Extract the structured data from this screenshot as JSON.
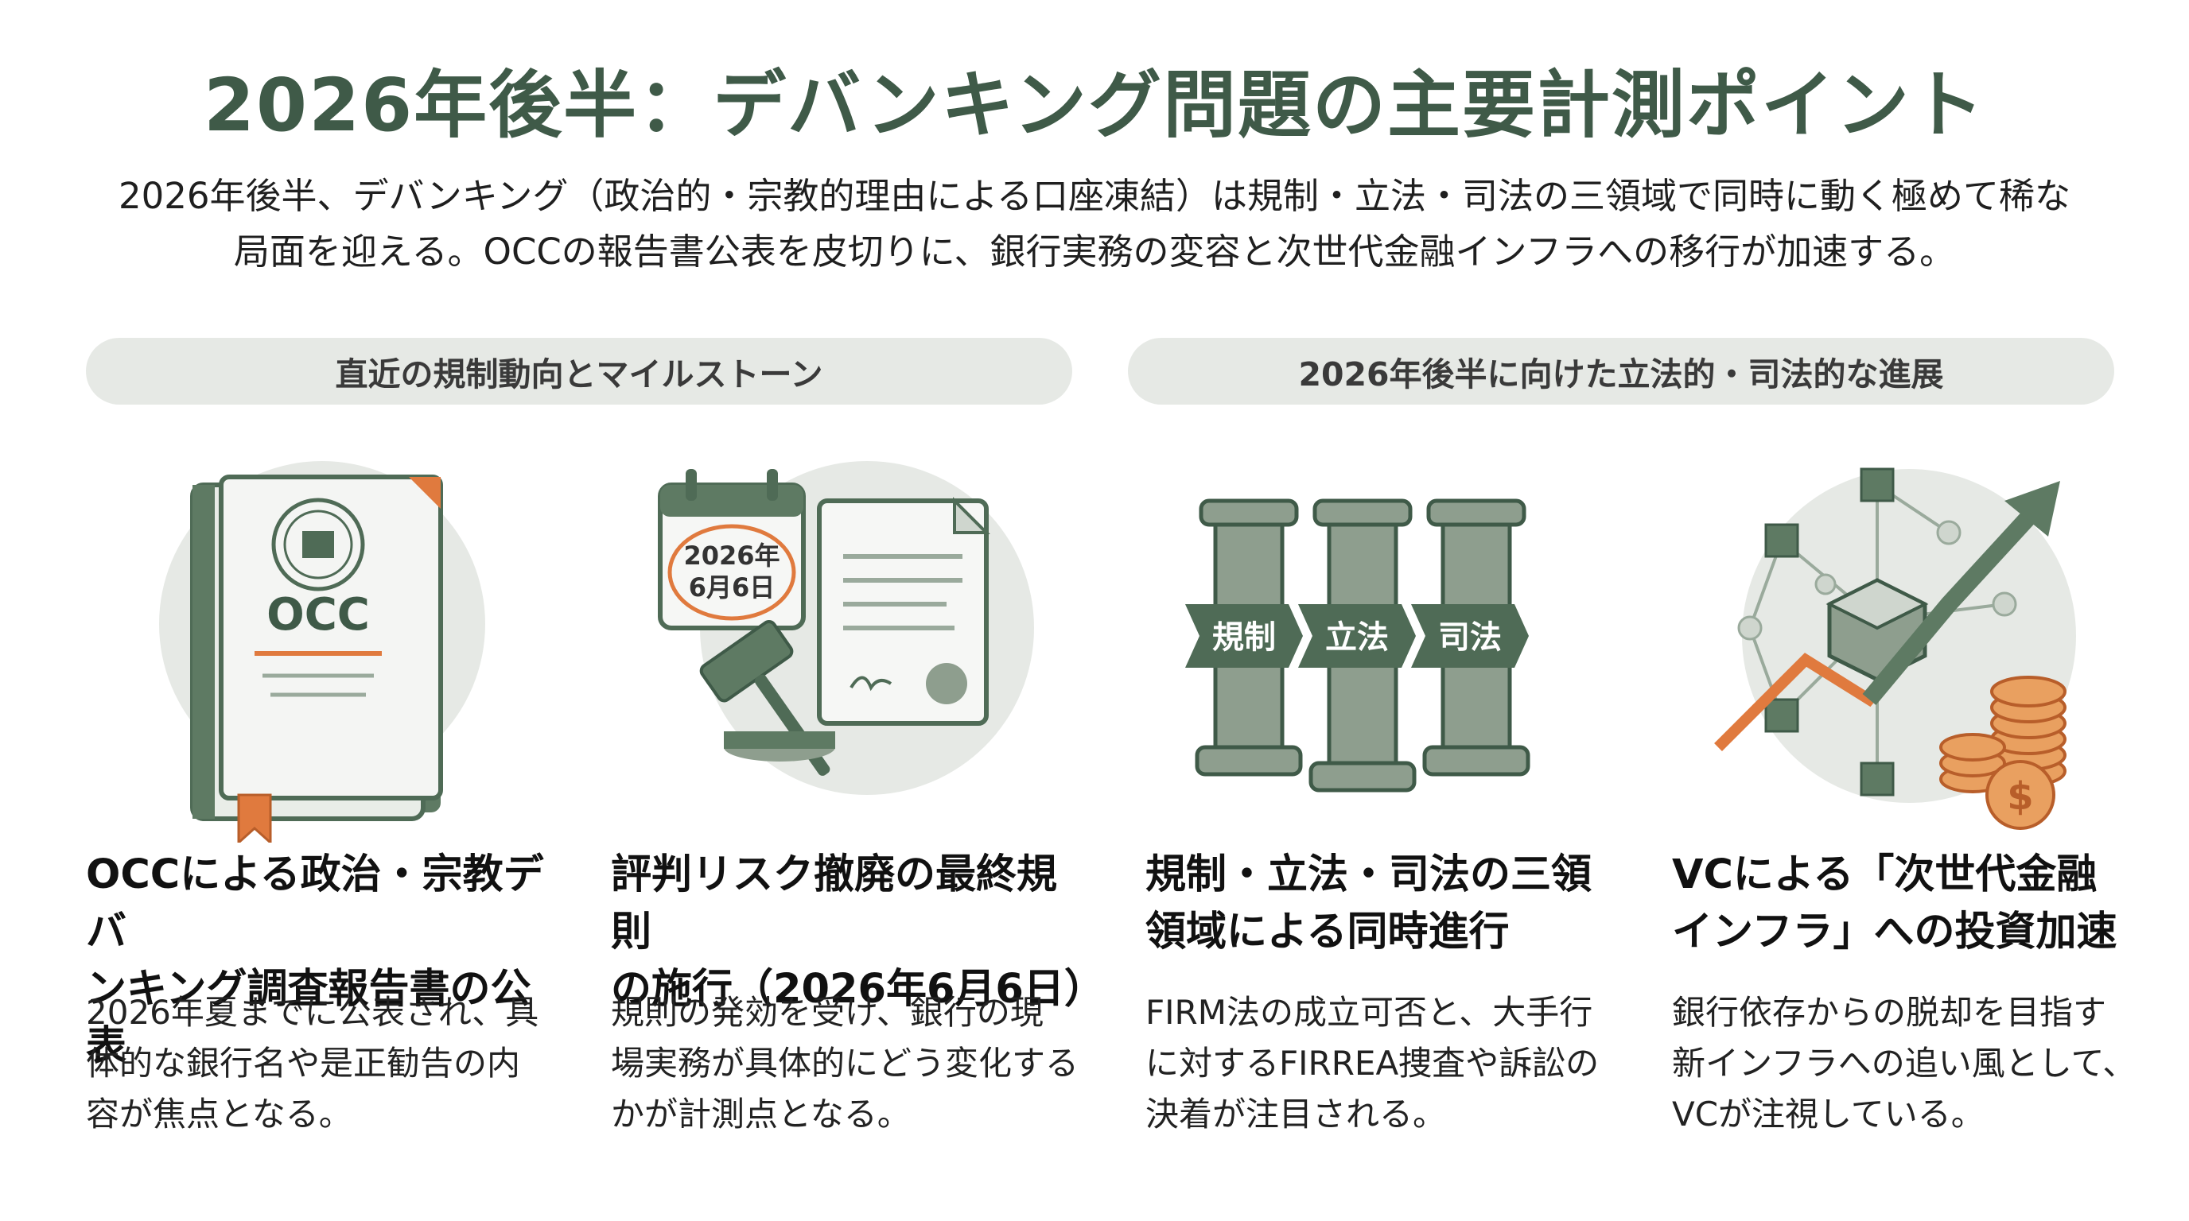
{
  "title": "2026年後半：デバンキング問題の主要計測ポイント",
  "intro": {
    "line1": "2026年後半、デバンキング（政治的・宗教的理由による口座凍結）は規制・立法・司法の三領域で同時に動く極めて稀な",
    "line2": "局面を迎える。OCCの報告書公表を皮切りに、銀行実務の変容と次世代金融インフラへの移行が加速する。"
  },
  "sections": {
    "left": "直近の規制動向とマイルストーン",
    "right": "2026年後半に向けた立法的・司法的な進展"
  },
  "icons": {
    "book_label": "OCC",
    "calendar_year": "2026年",
    "calendar_date": "6月6日",
    "pillar_labels": [
      "規制",
      "立法",
      "司法"
    ],
    "coin_symbol": "$"
  },
  "cards": [
    {
      "title_l1": "OCCによる政治・宗教デバ",
      "title_l2": "ンキング調査報告書の公表",
      "body_l1": "2026年夏までに公表され、具",
      "body_l2": "体的な銀行名や是正勧告の内",
      "body_l3": "容が焦点となる。"
    },
    {
      "title_l1": "評判リスク撤廃の最終規則",
      "title_l2": "の施行（2026年6月6日）",
      "body_l1": "規則の発効を受け、銀行の現",
      "body_l2": "場実務が具体的にどう変化する",
      "body_l3": "かが計測点となる。"
    },
    {
      "title_l1": "規制・立法・司法の三領",
      "title_l2": "領域による同時進行",
      "body_l1": "FIRM法の成立可否と、大手行",
      "body_l2": "に対するFIRREA捜査や訴訟の",
      "body_l3": "決着が注目される。"
    },
    {
      "title_l1": "VCによる「次世代金融",
      "title_l2": "インフラ」への投資加速",
      "body_l1": "銀行依存からの脱却を目指す",
      "body_l2": "新インフラへの追い風として、",
      "body_l3": "VCが注視している。"
    }
  ],
  "colors": {
    "green_dark": "#3f5a48",
    "green_mid": "#5e7a63",
    "green_light": "#e6e9e5",
    "orange": "#e07a3e"
  }
}
